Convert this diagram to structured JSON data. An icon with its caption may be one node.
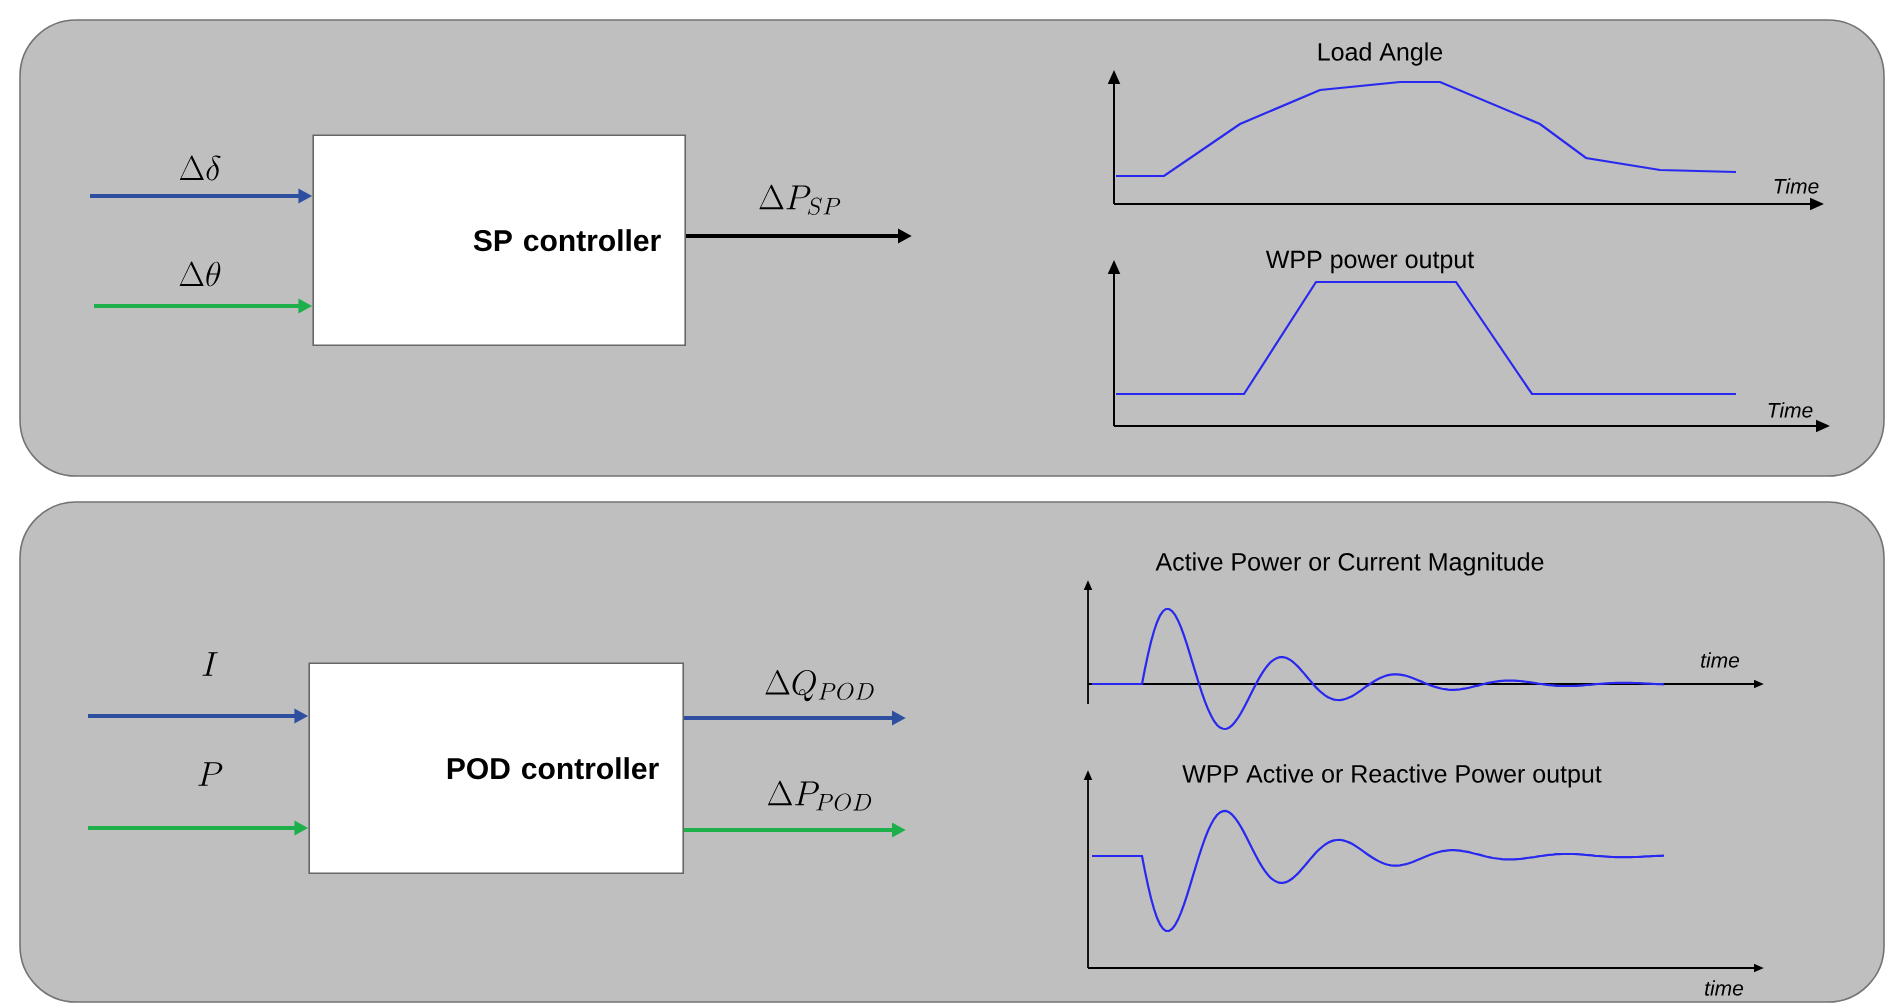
{
  "diagram": {
    "nodes": [
      {
        "text": [],
        "shape": "box"
      },
      {
        "text": [
          "SP controller"
        ],
        "in": 0
      },
      {
        "text": [],
        "shape": "box"
      },
      {
        "text": [
          "POD controller"
        ],
        "in": 2
      }
    ],
    "edges": [
      {
        "from": null,
        "to": 1,
        "arrow": "to",
        "label": "\\Delta\\delta",
        "color": "#2e4fa0"
      },
      {
        "from": null,
        "to": 1,
        "arrow": "to",
        "label": "\\Delta\\theta",
        "color": "#1db04a"
      },
      {
        "from": 1,
        "to": null,
        "arrow": "to",
        "label": "\\Delta P_{SP}",
        "color": "#000000"
      },
      {
        "from": null,
        "to": 3,
        "arrow": "to",
        "label": "I",
        "color": "#2e4fa0"
      },
      {
        "from": null,
        "to": 3,
        "arrow": "to",
        "label": "P",
        "color": "#1db04a"
      },
      {
        "from": 3,
        "to": null,
        "arrow": "to",
        "label": "\\Delta Q_{POD}",
        "color": "#2e4fa0"
      },
      {
        "from": 3,
        "to": null,
        "arrow": "to",
        "label": "\\Delta P_{POD}",
        "color": "#1db04a"
      }
    ],
    "labels": [
      "Load Angle",
      "Time",
      "WPP power output",
      "Time",
      "Active Power or Current Magnitude",
      "time",
      "WPP Active or Reactive Power output",
      "time"
    ]
  }
}
